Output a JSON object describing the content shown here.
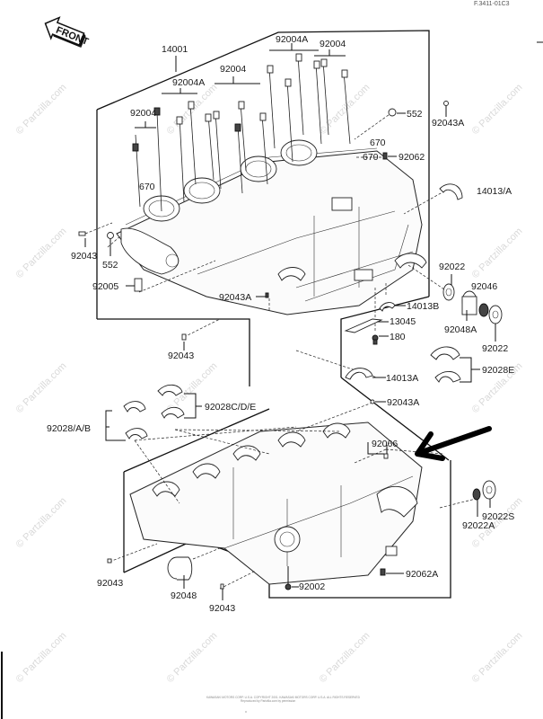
{
  "diagram": {
    "title": "Crankcase",
    "ref_code": "F.3411-01C3",
    "front_marker": "FRONT",
    "watermark": "© Partzilla.com",
    "footer_line1": "KAWASAKI MOTORS CORP. U.S.A. COPYRIGHT 2001. KAWASAKI MOTORS CORP. U.S.A. ALL RIGHTS RESERVED",
    "footer_line2": "Reproduced by Partzilla.com by permission",
    "callout_arrow": "pointer-arrow"
  },
  "parts": {
    "p14001": "14001",
    "p92004A_top": "92004A",
    "p92004_top": "92004",
    "p92004A_mid": "92004A",
    "p92004_mid": "92004",
    "p92004_left": "92004",
    "p552_right": "552",
    "p92043A_top": "92043A",
    "p670_a": "670",
    "p670_b": "670",
    "p92062": "92062",
    "p670_left": "670",
    "p14013A_top": "14013/A",
    "p92043_left": "92043",
    "p552_left": "552",
    "p92005": "92005",
    "p92043A_mid": "92043A",
    "p92022_a": "92022",
    "p92046": "92046",
    "p14013B": "14013B",
    "p13045": "13045",
    "p92048A": "92048A",
    "p180": "180",
    "p92022_b": "92022",
    "p92043_mid": "92043",
    "p14013A": "14013A",
    "p92028E": "92028E",
    "p92043A_low": "92043A",
    "p92028CDE": "92028C/D/E",
    "p92028AB": "92028/A/B",
    "p92066": "92066",
    "p92022S": "92022S",
    "p92022A": "92022A",
    "p92043_bl": "92043",
    "p92048": "92048",
    "p92002": "92002",
    "p92062A": "92062A",
    "p92043_bot": "92043"
  }
}
